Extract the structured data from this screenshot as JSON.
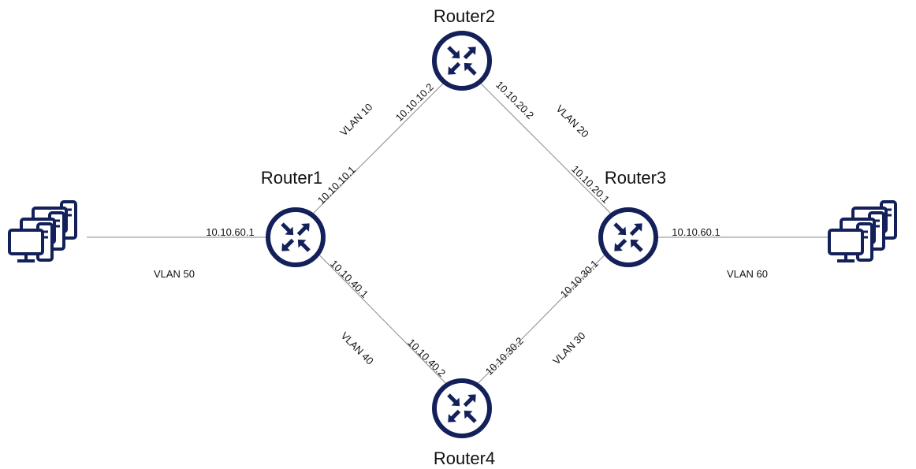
{
  "colors": {
    "device": "#13205a",
    "link": "#8a8a8a",
    "text": "#111111"
  },
  "routers": {
    "r1": {
      "name": "Router1",
      "icon": "router-icon"
    },
    "r2": {
      "name": "Router2",
      "icon": "router-icon"
    },
    "r3": {
      "name": "Router3",
      "icon": "router-icon"
    },
    "r4": {
      "name": "Router4",
      "icon": "router-icon"
    }
  },
  "hosts": {
    "left": {
      "icon": "workstations-icon"
    },
    "right": {
      "icon": "workstations-icon"
    }
  },
  "links": {
    "r1_r2": {
      "vlan": "VLAN 10",
      "ip_a": "10.10.10.1",
      "ip_b": "10.10.10.2"
    },
    "r2_r3": {
      "vlan": "VLAN 20",
      "ip_a": "10.10.20.2",
      "ip_b": "10.10.20.1"
    },
    "r3_r4": {
      "vlan": "VLAN 30",
      "ip_a": "10.10.30.1",
      "ip_b": "10.10.30.2"
    },
    "r1_r4": {
      "vlan": "VLAN 40",
      "ip_a": "10.10.40.1",
      "ip_b": "10.10.40.2"
    },
    "left_r1": {
      "vlan": "VLAN 50",
      "ip": "10.10.60.1"
    },
    "r3_right": {
      "vlan": "VLAN 60",
      "ip": "10.10.60.1"
    }
  }
}
